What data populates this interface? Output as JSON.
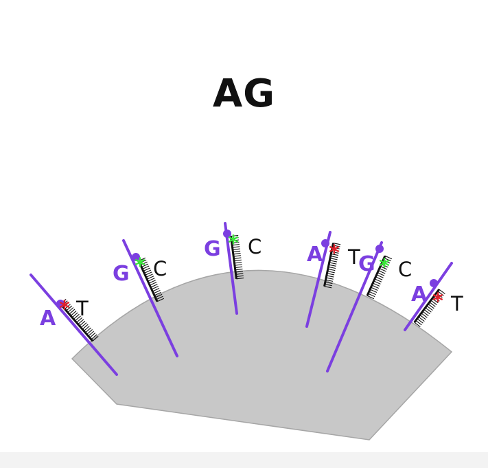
{
  "title": "AG",
  "colors": {
    "strand": "#7b3fe0",
    "bead": "#c8c8c8",
    "bead_edge": "#9a9a9a",
    "star_T": "#e0202a",
    "star_C": "#39e83a",
    "ladder": "#111111"
  },
  "clusters": [
    {
      "base": "A",
      "complement": "T",
      "star_color": "#e0202a",
      "star": "*"
    },
    {
      "base": "G",
      "complement": "C",
      "star_color": "#39e83a",
      "star": "*"
    },
    {
      "base": "G",
      "complement": "C",
      "star_color": "#39e83a",
      "star": "*"
    },
    {
      "base": "A",
      "complement": "T",
      "star_color": "#e0202a",
      "star": "*"
    },
    {
      "base": "G",
      "complement": "C",
      "star_color": "#39e83a",
      "star": "*"
    },
    {
      "base": "A",
      "complement": "T",
      "star_color": "#e0202a",
      "star": "*"
    }
  ]
}
